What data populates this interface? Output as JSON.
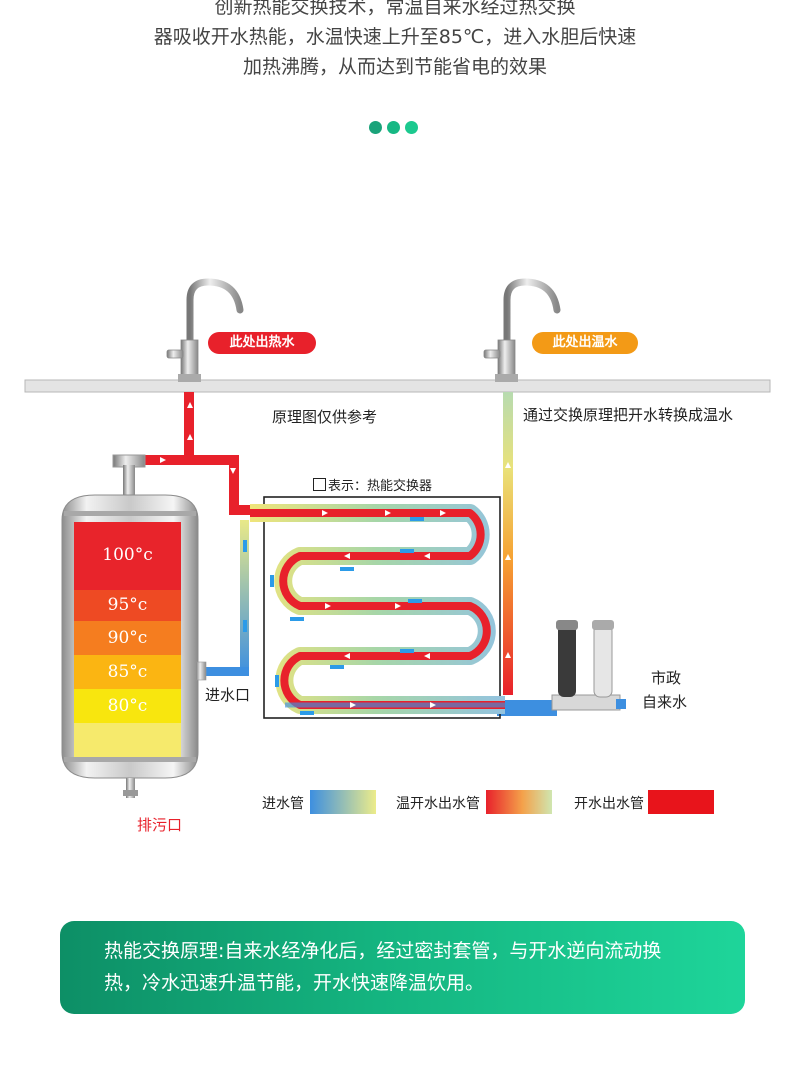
{
  "intro": {
    "lines": [
      "创新热能交换技术，常温自来水经过热交换",
      "器吸收开水热能，水温快速上升至85℃，进入水胆后快速",
      "加热沸腾，从而达到节能省电的效果"
    ]
  },
  "colors": {
    "hot": "#e8212b",
    "warm_label": "#f39a16",
    "cold": "#3d8fe0",
    "accent": "#17b884"
  },
  "faucets": {
    "hot_label": "此处出热水",
    "warm_label": "此处出温水"
  },
  "notes": {
    "schematic": "原理图仅供参考",
    "exchange": "通过交换原理把开水转换成温水",
    "exchanger_legend": "表示：热能交换器"
  },
  "tank": {
    "temps": [
      "100°c",
      "95°c",
      "90°c",
      "85°c",
      "80°c"
    ],
    "inlet": "进水口",
    "drain": "排污口"
  },
  "municipal": {
    "line1": "市政",
    "line2": "自来水"
  },
  "legend": [
    {
      "label": "进水管",
      "icon": "inlet-pipe-swatch"
    },
    {
      "label": "温开水出水管",
      "icon": "warm-pipe-swatch"
    },
    {
      "label": "开水出水管",
      "icon": "hot-pipe-swatch"
    }
  ],
  "banner": {
    "line1": "热能交换原理:自来水经净化后，经过密封套管，与开水逆向流动换",
    "line2": "热，冷水迅速升温节能，开水快速降温饮用。"
  }
}
